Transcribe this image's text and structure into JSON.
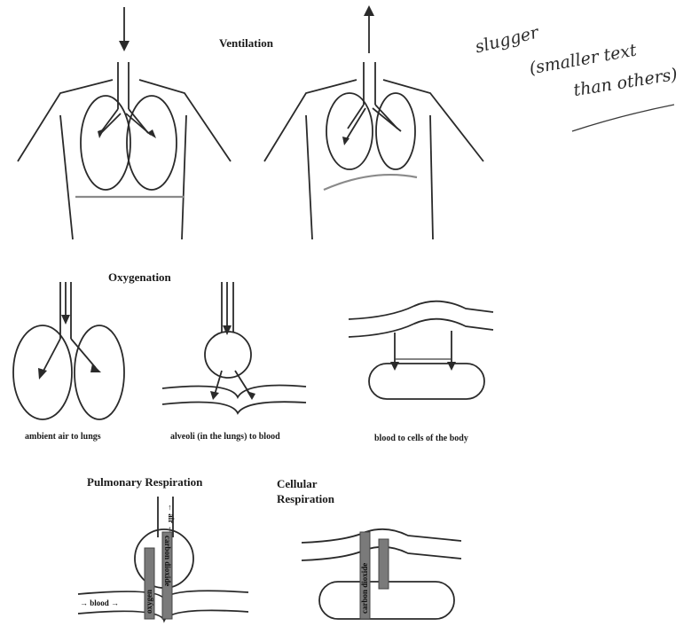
{
  "titles": {
    "ventilation": "Ventilation",
    "oxygenation": "Oxygenation",
    "pulmonary": "Pulmonary Respiration",
    "cellular_line1": "Cellular",
    "cellular_line2": "Respiration"
  },
  "captions": {
    "ambient": "ambient air to lungs",
    "alveoli": "alveoli (in the lungs) to blood",
    "cells": "blood to cells of the body"
  },
  "inline_labels": {
    "blood": "→ blood →",
    "air": "← air ←",
    "oxygen": "oxygen",
    "carbon_dioxide_1": "carbon dioxide",
    "carbon_dioxide_2": "carbon dioxide"
  },
  "handwritten_note": {
    "line1": "slugger",
    "line2": "(smaller text",
    "line3": "than others)"
  }
}
